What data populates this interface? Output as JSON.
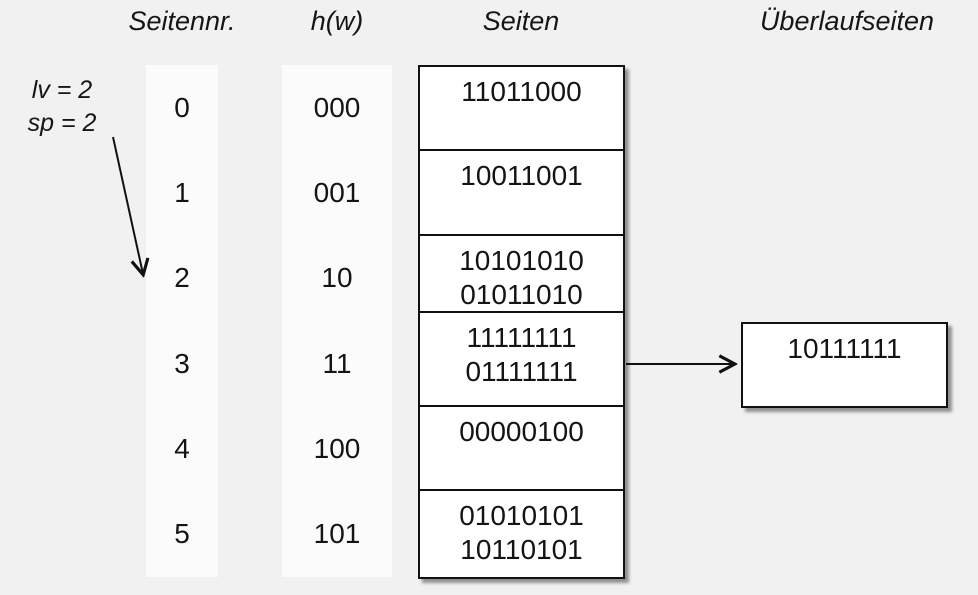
{
  "diagram": {
    "annotation": {
      "line1": "lv = 2",
      "line2": "sp = 2"
    },
    "headers": {
      "page_number": "Seitennr.",
      "hash": "h(w)",
      "pages": "Seiten",
      "overflow_pages": "Überlaufseiten"
    },
    "rows": [
      {
        "nr": "0",
        "hash": "000",
        "entries": [
          "11011000"
        ]
      },
      {
        "nr": "1",
        "hash": "001",
        "entries": [
          "10011001"
        ]
      },
      {
        "nr": "2",
        "hash": "10",
        "entries": [
          "10101010",
          "01011010"
        ]
      },
      {
        "nr": "3",
        "hash": "11",
        "entries": [
          "11111111",
          "01111111"
        ]
      },
      {
        "nr": "4",
        "hash": "100",
        "entries": [
          "00000100"
        ]
      },
      {
        "nr": "5",
        "hash": "101",
        "entries": [
          "01010101",
          "10110101"
        ]
      }
    ],
    "overflow": {
      "entries": [
        "10111111"
      ],
      "from_row_nr": "3"
    },
    "colors": {
      "background": "#f1f1f1",
      "column_background": "#fbfbfb",
      "cell_background": "#ffffff",
      "line": "#111111"
    }
  }
}
